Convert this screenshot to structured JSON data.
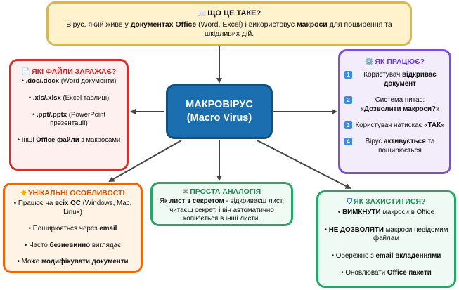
{
  "top": {
    "title": "ЩО ЦЕ ТАКЕ?",
    "title_icon": "book-icon",
    "parts": [
      "Вірус, який живе у ",
      "документах Office",
      " (Word, Excel) і використовує ",
      "макроси",
      " для поширення та шкідливих дій."
    ]
  },
  "center": {
    "line1": "МАКРОВІРУС",
    "line2": "(Macro Virus)"
  },
  "files": {
    "title": "ЯКІ ФАЙЛИ ЗАРАЖАЄ?",
    "title_icon": "document-icon",
    "items": [
      {
        "b": ".doc/.docx",
        "t": " (Word документи)"
      },
      {
        "b": ".xls/.xlsx",
        "t": " (Excel таблиці)"
      },
      {
        "b": ".ppt/.pptx",
        "t": " (PowerPoint презентації)"
      },
      {
        "p1": "Інші ",
        "b": "Office файли",
        "t": " з макросами"
      }
    ]
  },
  "how": {
    "title": "ЯК ПРАЦЮЄ?",
    "title_icon": "gear-icon",
    "steps": [
      {
        "n": "1",
        "p1": "Користувач ",
        "b": "відкриває документ",
        "t": ""
      },
      {
        "n": "2",
        "p1": "Система питає: ",
        "b": "«Дозволити макроси?»",
        "t": ""
      },
      {
        "n": "3",
        "p1": "Користувач натискає ",
        "b": "«ТАК»",
        "t": ""
      },
      {
        "n": "4",
        "p1": "Вірус ",
        "b": "активується",
        "t": " та поширюється"
      }
    ]
  },
  "uniq": {
    "title": "УНІКАЛЬНІ ОСОБЛИВОСТІ",
    "title_icon": "star-icon",
    "items": [
      {
        "p1": "Працює на ",
        "b": "всіх ОС",
        "t": " (Windows, Mac, Linux)"
      },
      {
        "p1": "Поширюється через ",
        "b": "email",
        "t": ""
      },
      {
        "p1": "Часто ",
        "b": "безневинно",
        "t": " виглядає"
      },
      {
        "p1": "Може ",
        "b": "модифікувати документи",
        "t": ""
      }
    ]
  },
  "analogy": {
    "title": "ПРОСТА АНАЛОГІЯ",
    "title_icon": "envelope-icon",
    "p1": "Як ",
    "b": "лист з секретом",
    "t": " - відкриваєш лист, читаєш секрет, і він автоматично копіюється в інші листи."
  },
  "protect": {
    "title": "ЯК ЗАХИСТИТИСЯ?",
    "title_icon": "shield-icon",
    "items": [
      {
        "p1": "",
        "b": "ВИМКНУТИ",
        "t": " макроси в Office"
      },
      {
        "p1": "",
        "b": "НЕ ДОЗВОЛЯТИ",
        "t": " макроси невідомим файлам"
      },
      {
        "p1": "Обережно з ",
        "b": "email вкладеннями",
        "t": ""
      },
      {
        "p1": "Оновлювати ",
        "b": "Office пакети",
        "t": ""
      }
    ]
  },
  "colors": {
    "center_fill": "#1b6fb1",
    "arrow": "#444444",
    "files_border": "#d32f2f",
    "how_border": "#7b4fd8",
    "uniq_border": "#e56b0c",
    "green_border": "#27a567",
    "top_border": "#d6b656"
  }
}
